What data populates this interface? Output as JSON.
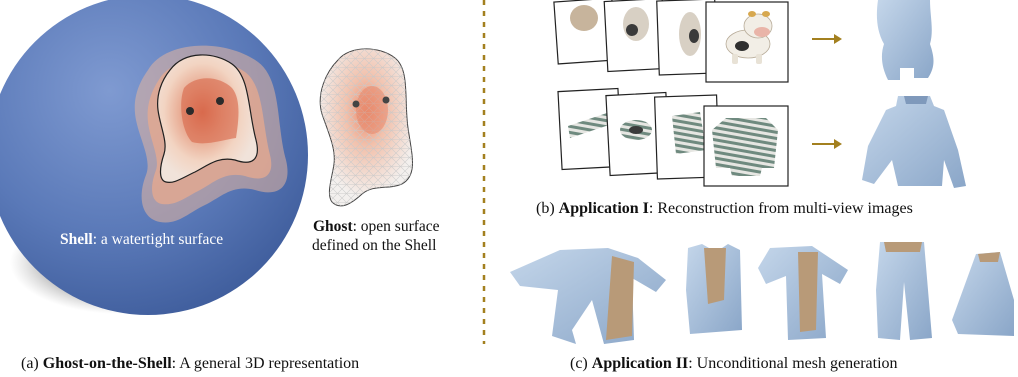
{
  "panel_a": {
    "shell_label_bold": "Shell",
    "shell_label_rest": ": a watertight surface",
    "ghost_label_bold": "Ghost",
    "ghost_label_rest_1": ": open surface",
    "ghost_label_rest_2": "defined on the Shell",
    "caption_prefix": "(a) ",
    "caption_bold": "Ghost-on-the-Shell",
    "caption_rest": ": A general 3D representation"
  },
  "panel_b": {
    "caption_prefix": "(b) ",
    "caption_bold": "Application I",
    "caption_rest": ": Reconstruction from multi-view images",
    "rows": [
      {
        "subject": "cow",
        "view_icons": [
          "cow-view-icon",
          "cow-view-icon",
          "cow-view-icon",
          "cow-view-icon"
        ],
        "output_icon": "cow-mesh-icon"
      },
      {
        "subject": "sweater",
        "view_icons": [
          "sweater-view-icon",
          "sweater-view-icon",
          "sweater-view-icon",
          "sweater-view-icon"
        ],
        "output_icon": "sweater-mesh-icon"
      }
    ]
  },
  "panel_c": {
    "caption_prefix": "(c) ",
    "caption_bold": "Application II",
    "caption_rest": ": Unconditional mesh generation",
    "garment_icons": [
      "open-jacket-icon",
      "vest-icon",
      "shirt-icon",
      "trousers-icon",
      "skirt-icon"
    ]
  },
  "colors": {
    "shell_blue": "#5a79b8",
    "ghost_peach": "#e7a58c",
    "garment_blue": "#a9c1dc",
    "garment_inner": "#b89a78",
    "divider": "#a3801f",
    "arrow": "#a3801f"
  }
}
